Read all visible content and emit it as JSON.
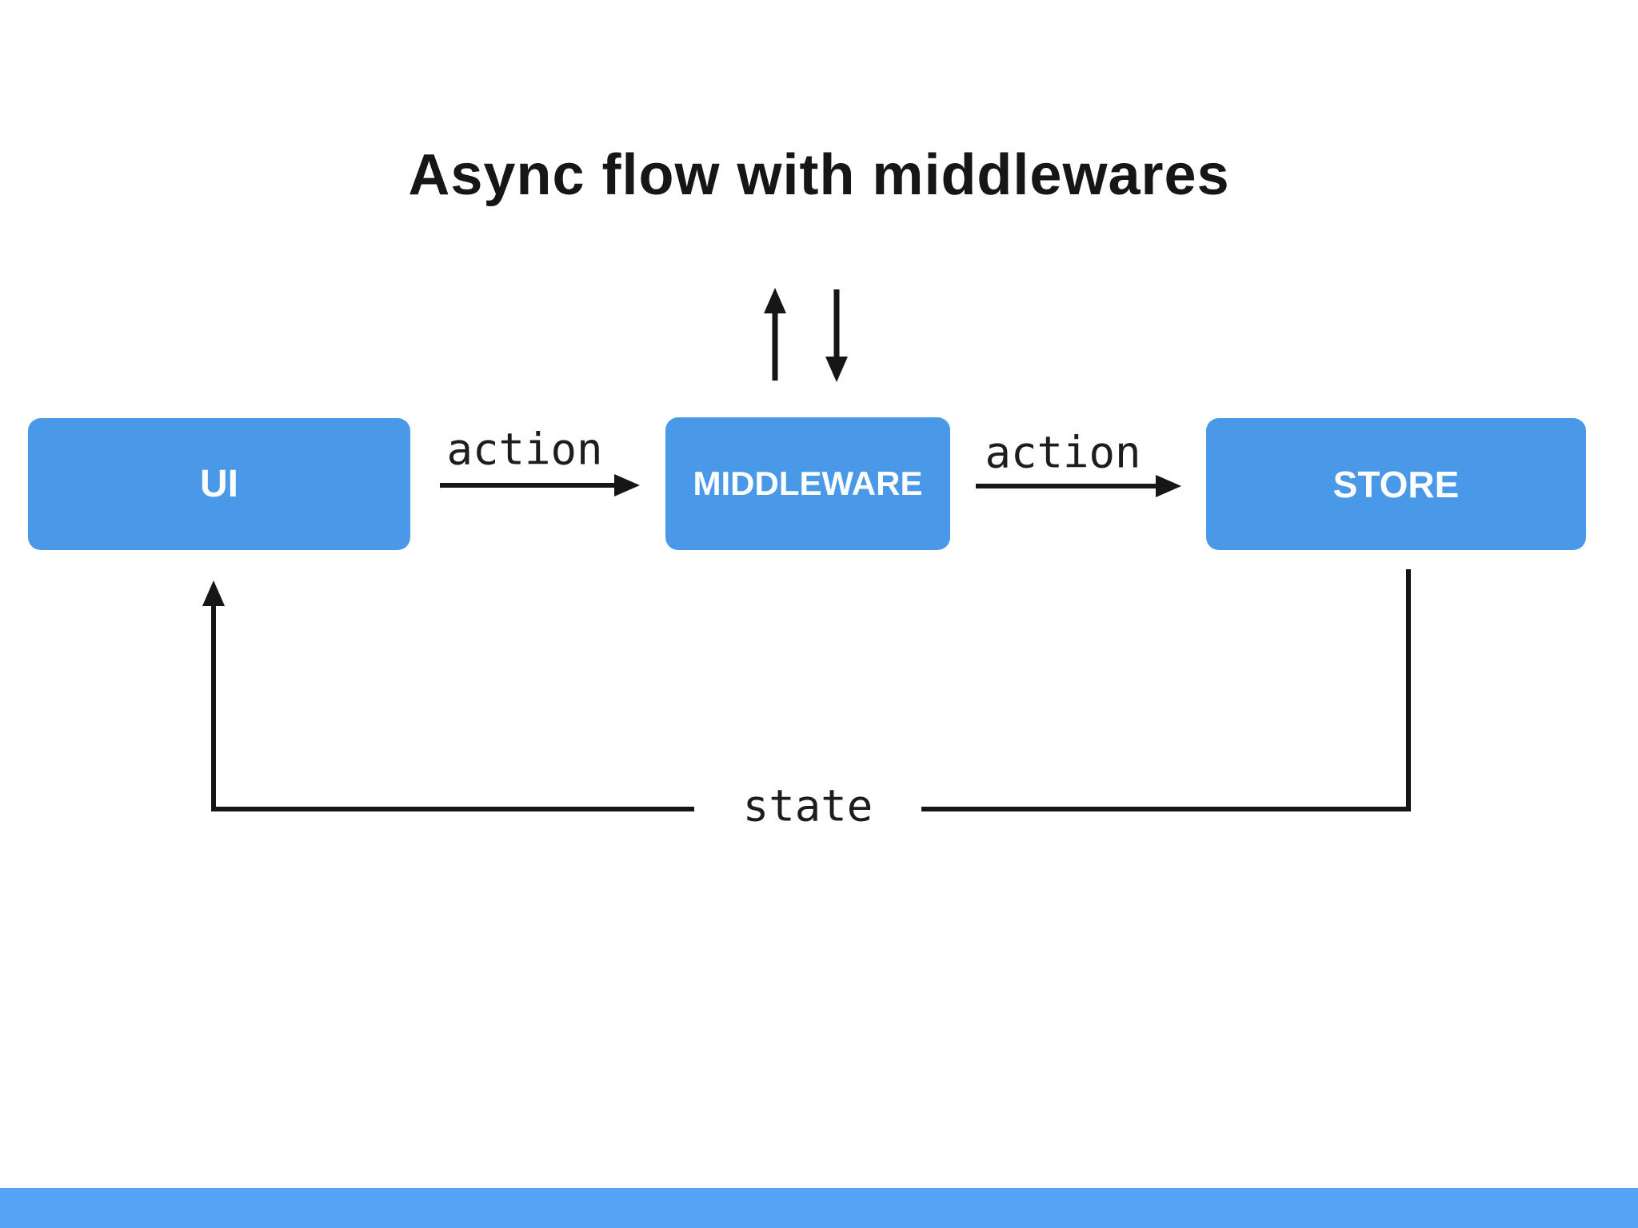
{
  "title": "Async flow with middlewares",
  "diagram": {
    "nodes": [
      {
        "id": "ui",
        "label": "UI"
      },
      {
        "id": "middleware",
        "label": "MIDDLEWARE"
      },
      {
        "id": "store",
        "label": "STORE"
      }
    ],
    "edge_labels": {
      "ui_to_middleware": "action",
      "middleware_to_store": "action",
      "store_to_ui": "state"
    },
    "arrows": [
      "action-arrow-ui-to-middleware",
      "action-arrow-middleware-to-store",
      "async-return-arrow-up",
      "async-dispatch-arrow-down",
      "state-arrow-store-to-ui"
    ]
  },
  "colors": {
    "node_fill": "#4a99e9",
    "node_text": "#ffffff",
    "arrow_ink": "#161616",
    "footer_bar": "#55a3f6",
    "background": "#ffffff"
  }
}
